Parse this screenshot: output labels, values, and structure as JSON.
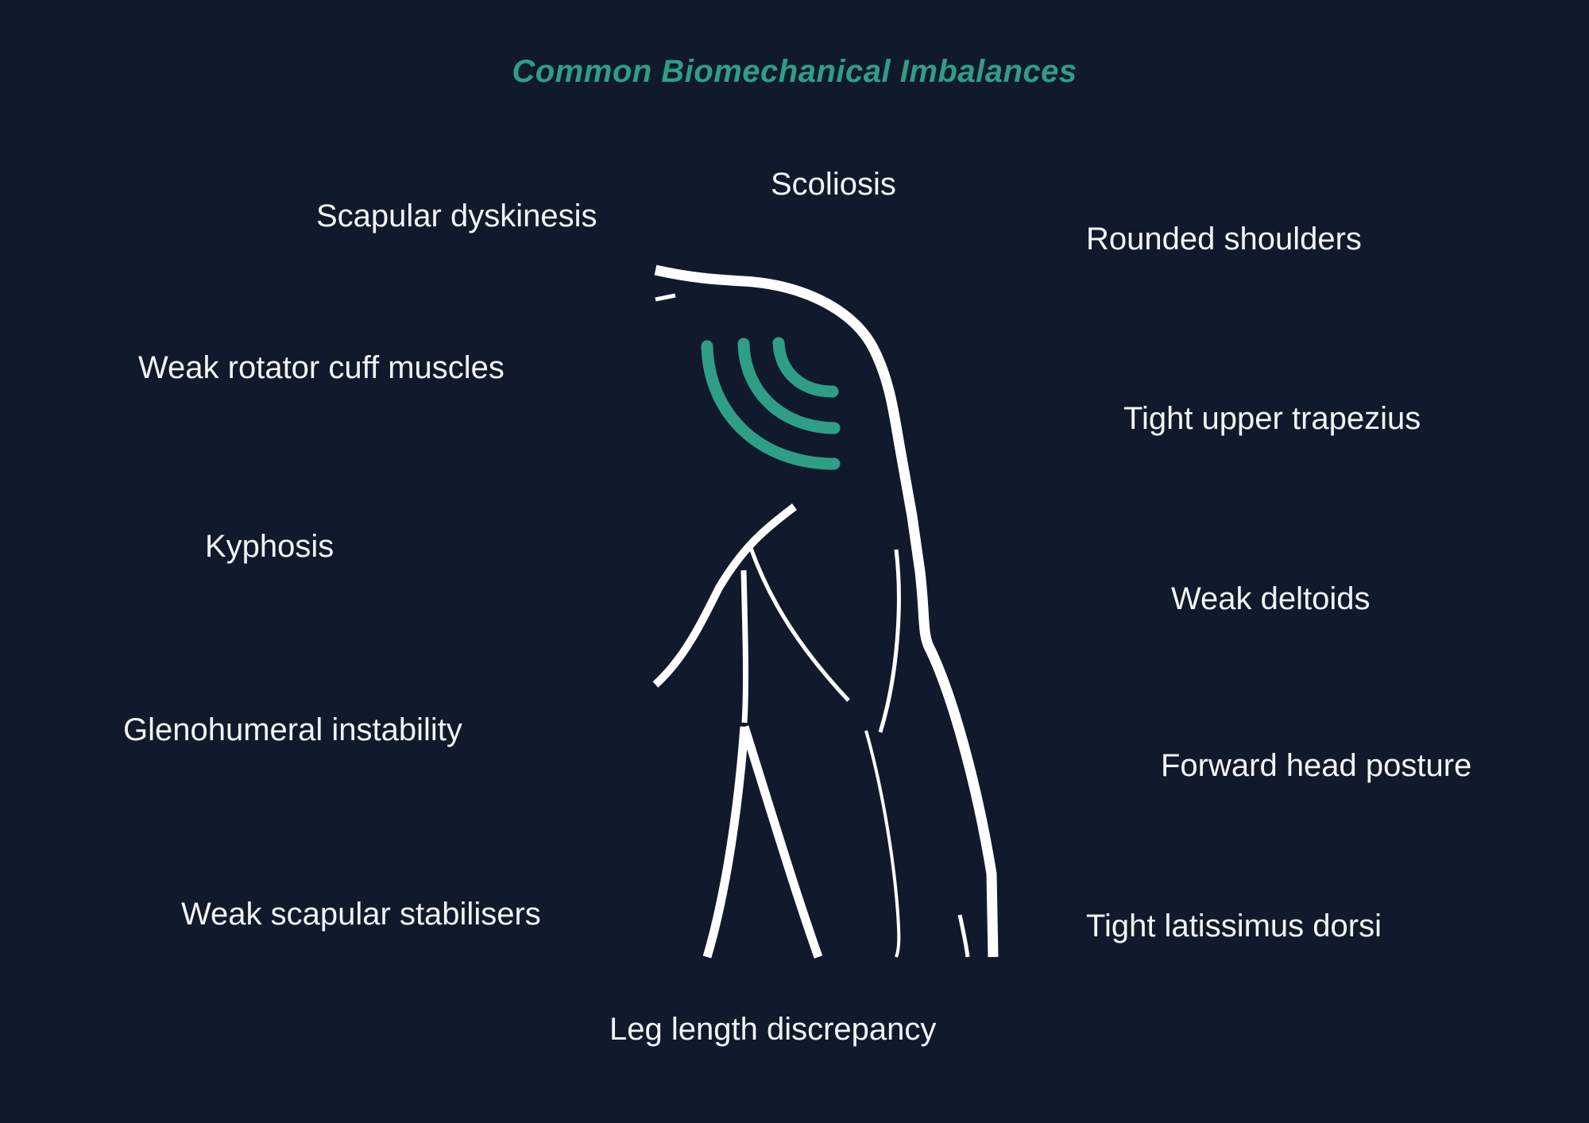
{
  "title": "Common Biomechanical Imbalances",
  "colors": {
    "background": "#111a2c",
    "accent": "#2f9e87",
    "line": "#ffffff",
    "text": "#f2f4f7"
  },
  "labels": {
    "scoliosis": "Scoliosis",
    "scapular_dyskinesis": "Scapular dyskinesis",
    "rounded_shoulders": "Rounded shoulders",
    "weak_rotator_cuff": "Weak rotator cuff muscles",
    "tight_upper_trapezius": "Tight upper trapezius",
    "kyphosis": "Kyphosis",
    "weak_deltoids": "Weak deltoids",
    "glenohumeral_instability": "Glenohumeral instability",
    "forward_head_posture": "Forward head posture",
    "weak_scapular_stabilisers": "Weak scapular stabilisers",
    "tight_latissimus_dorsi": "Tight latissimus dorsi",
    "leg_length_discrepancy": "Leg length discrepancy"
  }
}
